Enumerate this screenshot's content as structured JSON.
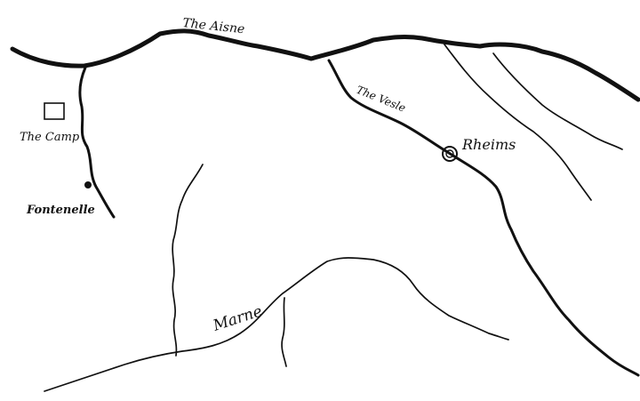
{
  "map": {
    "rivers": [
      {
        "id": "aisne",
        "label": "The Aisne"
      },
      {
        "id": "vesle",
        "label": "The Vesle"
      },
      {
        "id": "marne",
        "label": "Marne"
      }
    ],
    "places": [
      {
        "id": "camp",
        "label": "The Camp",
        "marker": "square"
      },
      {
        "id": "fontenelle",
        "label": "Fontenelle",
        "marker": "dot"
      },
      {
        "id": "rheims",
        "label": "Rheims",
        "marker": "circle"
      }
    ],
    "colors": {
      "ink": "#111111",
      "paper": "#ffffff"
    }
  }
}
